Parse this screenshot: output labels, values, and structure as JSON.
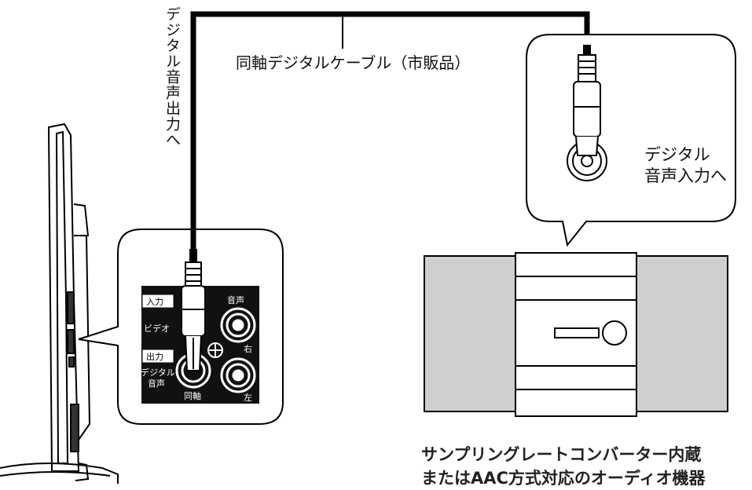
{
  "labels": {
    "cable": "同軸デジタルケーブル（市販品）",
    "tv_output": "デジタル音声出力へ",
    "device_input_line1": "デジタル",
    "device_input_line2": "音声入力へ",
    "device_caption_line1": "サンプリングレートコンバーター内蔵",
    "device_caption_line2": "またはAAC方式対応のオーディオ機器"
  },
  "panel": {
    "input": "入力",
    "video": "ビデオ",
    "audio": "音声",
    "output": "出力",
    "digital_line1": "デジタル",
    "digital_line2": "音声",
    "right": "右",
    "left": "左",
    "coaxial": "同軸"
  },
  "colors": {
    "line": "#000000",
    "speaker_gray": "#cfcfcf",
    "panel_dark": "#111111"
  }
}
